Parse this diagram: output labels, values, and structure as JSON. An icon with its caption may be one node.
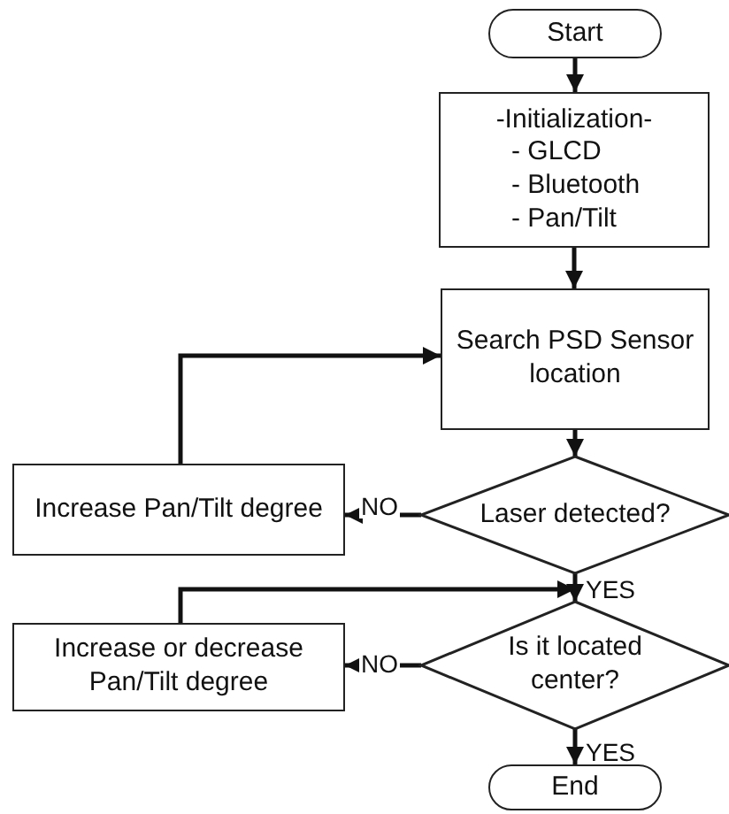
{
  "diagram": {
    "nodes": [
      {
        "text": [
          "Start"
        ]
      },
      {
        "text": [
          "-Initialization-",
          "- GLCD",
          "- Bluetooth",
          "- Pan/Tilt"
        ]
      },
      {
        "text": [
          "Search PSD Sensor location"
        ]
      },
      {
        "text": [
          "Laser detected?"
        ]
      },
      {
        "text": [
          "Increase Pan/Tilt degree"
        ]
      },
      {
        "text": [
          "Is it located center?"
        ]
      },
      {
        "text": [
          "Increase or decrease Pan/Tilt degree"
        ]
      },
      {
        "text": [
          "End"
        ]
      }
    ],
    "edges": [
      {
        "from": 0,
        "to": 1,
        "arrow": "to"
      },
      {
        "from": 1,
        "to": 2,
        "arrow": "to"
      },
      {
        "from": 2,
        "to": 3,
        "arrow": "to"
      },
      {
        "from": 3,
        "to": 4,
        "arrow": "to",
        "label": "NO"
      },
      {
        "from": 4,
        "to": 2,
        "arrow": "to"
      },
      {
        "from": 3,
        "to": 5,
        "arrow": "to",
        "label": "YES"
      },
      {
        "from": 6,
        "to": 5,
        "arrow": "to"
      },
      {
        "from": 5,
        "to": 6,
        "arrow": "to",
        "label": "NO"
      },
      {
        "from": 5,
        "to": 7,
        "arrow": "to",
        "label": "YES"
      }
    ]
  }
}
